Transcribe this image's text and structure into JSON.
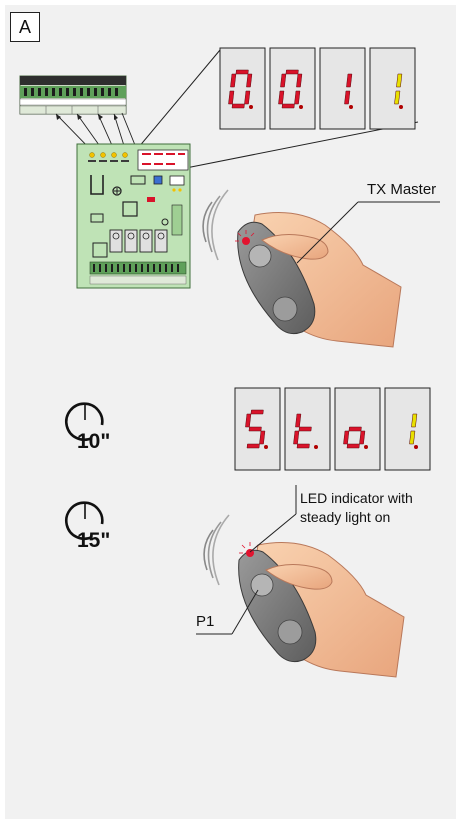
{
  "figure_label": "A",
  "callouts": {
    "tx_master": "TX Master",
    "led_indicator_line1": "LED indicator with",
    "led_indicator_line2": "steady light on",
    "p1": "P1"
  },
  "timers": {
    "first": "10\"",
    "second": "15\""
  },
  "displays": {
    "top_row": [
      "0",
      "0",
      "1",
      "1"
    ],
    "bottom_row": [
      "S",
      "t",
      "o",
      "1"
    ]
  },
  "colors": {
    "segment_red": "#d9132a",
    "segment_yellow": "#e8e000",
    "board_green": "#bfe3b6",
    "display_panel": "#e6e6e6",
    "background": "#f1f1f1"
  },
  "icons": [
    "clock-icon",
    "remote-control-icon",
    "hand-icon",
    "control-board-icon"
  ]
}
